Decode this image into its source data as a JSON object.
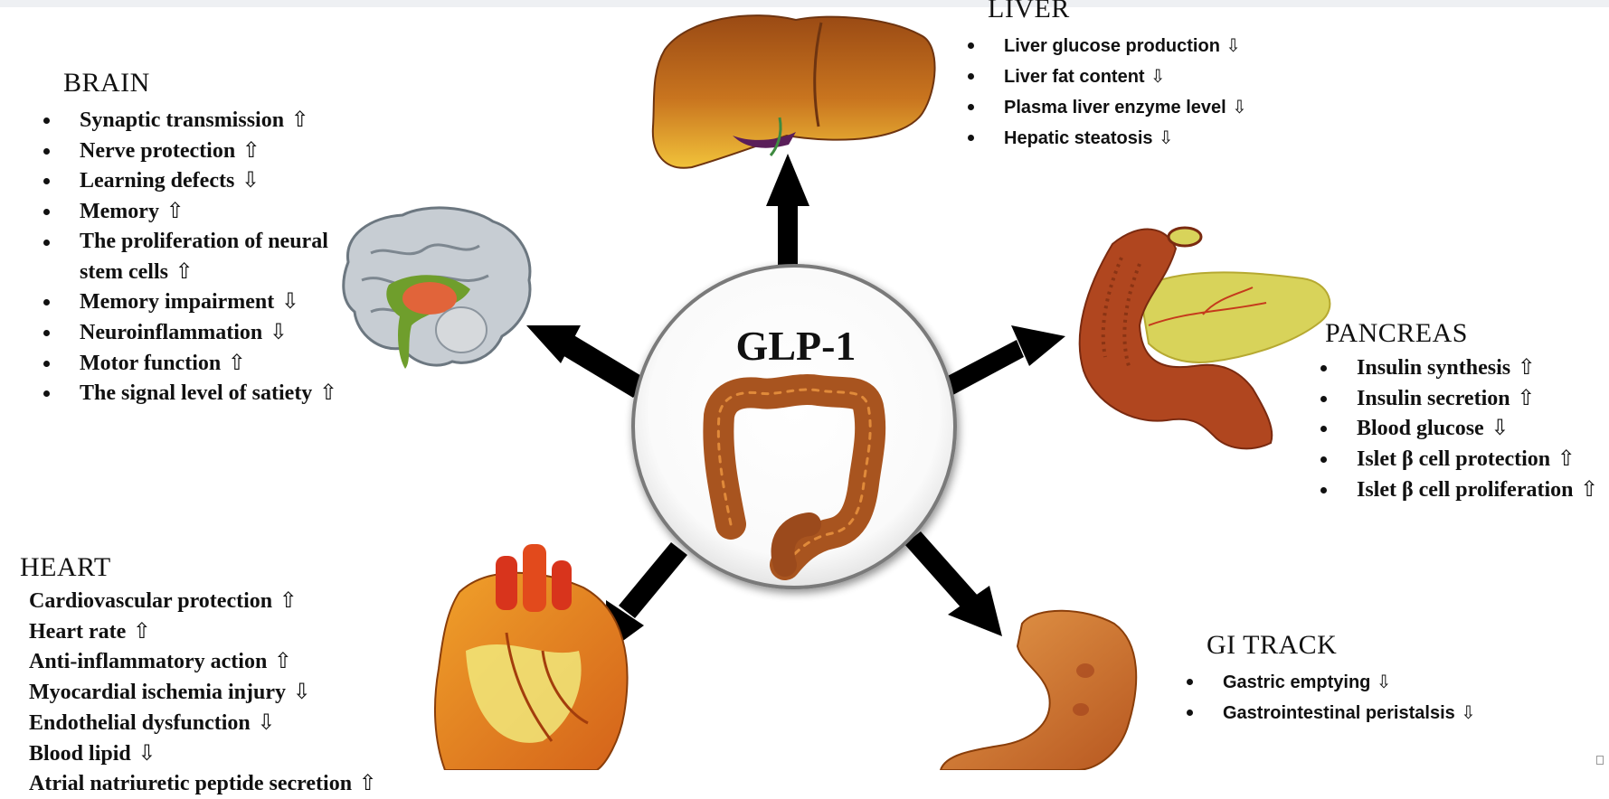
{
  "center": {
    "title": "GLP-1"
  },
  "organs": {
    "brain": {
      "heading": "BRAIN",
      "items": [
        {
          "text": "Synaptic transmission",
          "dir": "up"
        },
        {
          "text": "Nerve protection",
          "dir": "up"
        },
        {
          "text": "Learning defects",
          "dir": "down"
        },
        {
          "text": "Memory",
          "dir": "up"
        },
        {
          "text": "The proliferation of neural",
          "dir": ""
        },
        {
          "text": "stem cells",
          "dir": "up"
        },
        {
          "text": "Memory impairment",
          "dir": "down"
        },
        {
          "text": "Neuroinflammation",
          "dir": "down"
        },
        {
          "text": "Motor function",
          "dir": "up"
        },
        {
          "text": "The signal level of satiety",
          "dir": "up"
        }
      ]
    },
    "liver": {
      "heading": "LIVER",
      "items": [
        {
          "text": "Liver glucose production",
          "dir": "down"
        },
        {
          "text": "Liver fat content",
          "dir": "down"
        },
        {
          "text": "Plasma liver enzyme level",
          "dir": "down"
        },
        {
          "text": "Hepatic steatosis",
          "dir": "down"
        }
      ]
    },
    "pancreas": {
      "heading": "PANCREAS",
      "items": [
        {
          "text": "Insulin synthesis",
          "dir": "up"
        },
        {
          "text": "Insulin secretion",
          "dir": "up"
        },
        {
          "text": "Blood glucose",
          "dir": "down"
        },
        {
          "text": "Islet β cell protection",
          "dir": "up"
        },
        {
          "text": "Islet β cell proliferation",
          "dir": "up"
        }
      ]
    },
    "heart": {
      "heading": "HEART",
      "items": [
        {
          "text": "Cardiovascular protection",
          "dir": "up"
        },
        {
          "text": "Heart rate",
          "dir": "up"
        },
        {
          "text": "Anti-inflammatory action",
          "dir": "up"
        },
        {
          "text": "Myocardial ischemia injury",
          "dir": "down"
        },
        {
          "text": "Endothelial dysfunction",
          "dir": "down"
        },
        {
          "text": "Blood lipid",
          "dir": "down"
        },
        {
          "text": "Atrial natriuretic peptide secretion",
          "dir": "up"
        }
      ]
    },
    "gi": {
      "heading": "GI TRACK",
      "items": [
        {
          "text": "Gastric emptying",
          "dir": "down"
        },
        {
          "text": "Gastrointestinal peristalsis",
          "dir": "down"
        }
      ]
    }
  },
  "colors": {
    "arrow": "#000000",
    "liver": "#c9751f",
    "pancreas_body": "#b0461f",
    "pancreas_tissue": "#d8d35a",
    "colon": "#b05a26",
    "heart": "#e07a1a",
    "stomach": "#c56a2a",
    "brain_grey": "#b9c0c7",
    "brain_green": "#6f9e2c"
  }
}
